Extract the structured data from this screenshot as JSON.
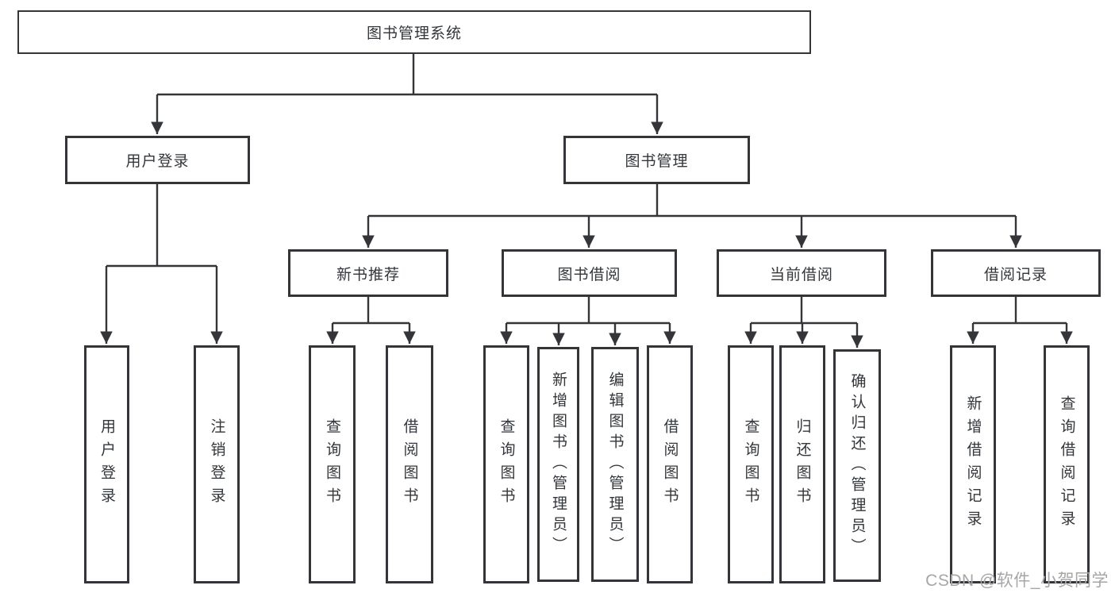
{
  "diagram": {
    "title_node": "图书管理系统",
    "level2": [
      {
        "label": "用户登录"
      },
      {
        "label": "图书管理"
      }
    ],
    "level3": [
      {
        "label": "新书推荐",
        "parent": "图书管理"
      },
      {
        "label": "图书借阅",
        "parent": "图书管理"
      },
      {
        "label": "当前借阅",
        "parent": "图书管理"
      },
      {
        "label": "借阅记录",
        "parent": "图书管理"
      }
    ],
    "leaves": [
      {
        "label": "用户登录",
        "parent": "用户登录"
      },
      {
        "label": "注销登录",
        "parent": "用户登录"
      },
      {
        "label": "查询图书",
        "parent": "新书推荐"
      },
      {
        "label": "借阅图书",
        "parent": "新书推荐"
      },
      {
        "label": "查询图书",
        "parent": "图书借阅"
      },
      {
        "label": "新增图书（管理员）",
        "parent": "图书借阅"
      },
      {
        "label": "编辑图书（管理员）",
        "parent": "图书借阅"
      },
      {
        "label": "借阅图书",
        "parent": "图书借阅"
      },
      {
        "label": "查询图书",
        "parent": "当前借阅"
      },
      {
        "label": "归还图书",
        "parent": "当前借阅"
      },
      {
        "label": "确认归还（管理员）",
        "parent": "当前借阅"
      },
      {
        "label": "新增借阅记录",
        "parent": "借阅记录"
      },
      {
        "label": "查询借阅记录",
        "parent": "借阅记录"
      }
    ]
  },
  "watermark": "CSDN @软件_小贺同学",
  "colors": {
    "line": "#333538",
    "box_border": "#333538",
    "box_fill": "#ffffff",
    "text": "#33363a",
    "watermark": "#a6a6a6"
  }
}
